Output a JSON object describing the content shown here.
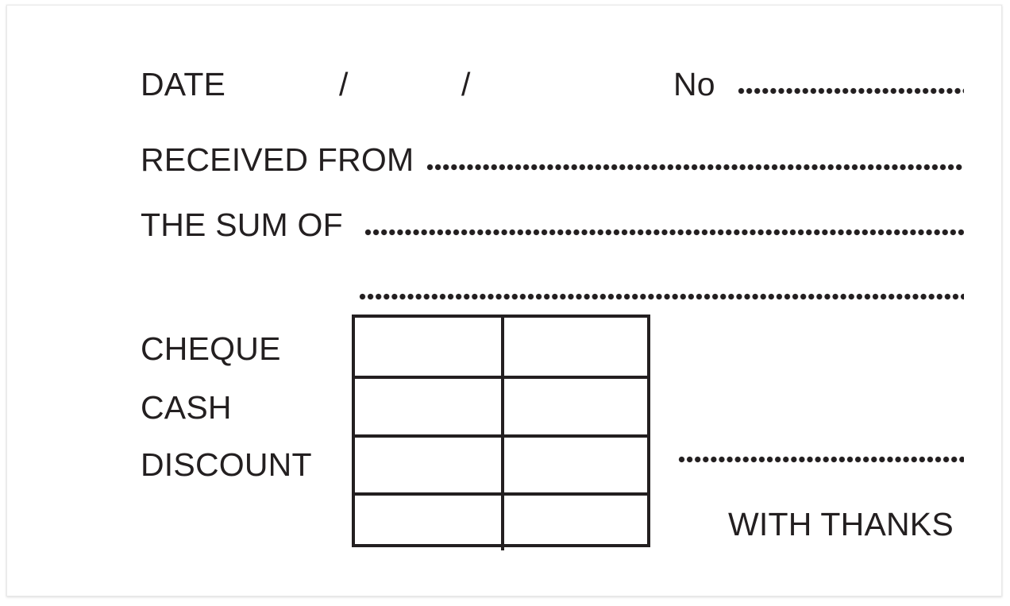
{
  "document": {
    "type": "receipt-form",
    "background_color": "#ffffff",
    "ink_color": "#231f20",
    "border_color": "#e9e9e9"
  },
  "fields": {
    "date_label": "DATE",
    "date_separator_1": "/",
    "date_separator_2": "/",
    "number_label": "No",
    "received_from_label": "RECEIVED FROM",
    "the_sum_of_label": "THE SUM OF",
    "date_value": "",
    "number_value": "",
    "received_from_value": "",
    "the_sum_of_value": "",
    "the_sum_of_continuation_value": ""
  },
  "payment_rows": [
    {
      "label": "CHEQUE",
      "amount_major": "",
      "amount_minor": ""
    },
    {
      "label": "CASH",
      "amount_major": "",
      "amount_minor": ""
    },
    {
      "label": "DISCOUNT",
      "amount_major": "",
      "amount_minor": ""
    },
    {
      "label": "",
      "amount_major": "",
      "amount_minor": ""
    }
  ],
  "table": {
    "rows": 4,
    "columns": 2
  },
  "footer": {
    "signature_value": "",
    "thanks_label": "WITH THANKS"
  }
}
